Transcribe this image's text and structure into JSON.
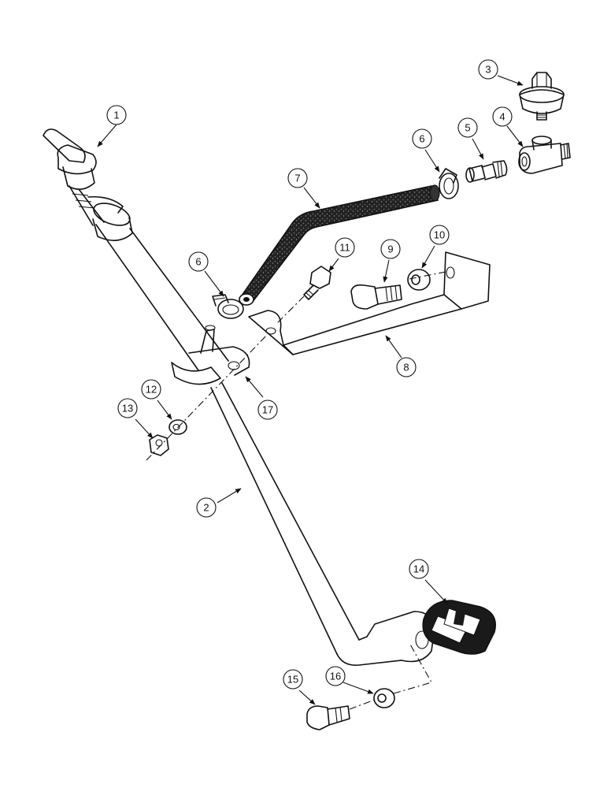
{
  "callouts": [
    {
      "id": "1",
      "label": "1"
    },
    {
      "id": "2",
      "label": "2"
    },
    {
      "id": "3",
      "label": "3"
    },
    {
      "id": "4",
      "label": "4"
    },
    {
      "id": "5",
      "label": "5"
    },
    {
      "id": "6a",
      "label": "6"
    },
    {
      "id": "6b",
      "label": "6"
    },
    {
      "id": "7",
      "label": "7"
    },
    {
      "id": "8",
      "label": "8"
    },
    {
      "id": "9",
      "label": "9"
    },
    {
      "id": "10",
      "label": "10"
    },
    {
      "id": "11",
      "label": "11"
    },
    {
      "id": "12",
      "label": "12"
    },
    {
      "id": "13",
      "label": "13"
    },
    {
      "id": "14",
      "label": "14"
    },
    {
      "id": "15",
      "label": "15"
    },
    {
      "id": "16",
      "label": "16"
    },
    {
      "id": "17",
      "label": "17"
    }
  ]
}
